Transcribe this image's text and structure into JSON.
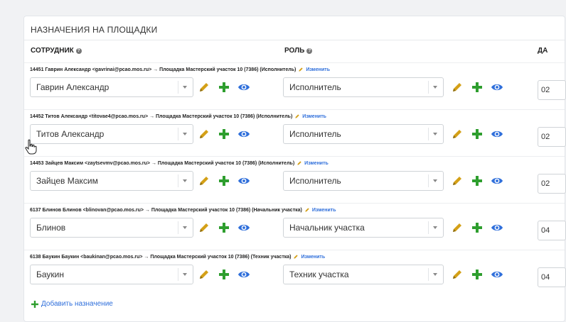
{
  "panel": {
    "title": "НАЗНАЧЕНИЯ НА ПЛОЩАДКИ"
  },
  "columns": {
    "employee": "СОТРУДНИК",
    "role": "РОЛЬ",
    "date": "ДА"
  },
  "edit_label": "Изменить",
  "add_label": "Добавить назначение",
  "rows": [
    {
      "info": "14451 Гаврин Александр <gavrinai@pcao.mos.ru> → Площадка Мастерский участок 10 (7386) (Исполнитель)",
      "employee": "Гаврин Александр",
      "role": "Исполнитель",
      "date": "02"
    },
    {
      "info": "14452 Титов Александр <titovae4@pcao.mos.ru> → Площадка Мастерский участок 10 (7386) (Исполнитель)",
      "employee": "Титов Александр",
      "role": "Исполнитель",
      "date": "02"
    },
    {
      "info": "14453 Зайцев Максим <zaytsevmv@pcao.mos.ru> → Площадка Мастерский участок 10 (7386) (Исполнитель)",
      "employee": "Зайцев Максим",
      "role": "Исполнитель",
      "date": "02"
    },
    {
      "info": "6137 Блинов Блинов <blinovan@pcao.mos.ru> → Площадка Мастерский участок 10 (7386) (Начальник участка)",
      "employee": "Блинов",
      "role": "Начальник участка",
      "date": "04"
    },
    {
      "info": "6138 Баукин Баукин <baukinan@pcao.mos.ru> → Площадка Мастерский участок 10 (7386) (Техник участка)",
      "employee": "Баукин",
      "role": "Техник участка",
      "date": "04"
    }
  ],
  "colors": {
    "accent": "#2f6fdb",
    "plus": "#2e9e2e",
    "pencil": "#d4a017"
  }
}
